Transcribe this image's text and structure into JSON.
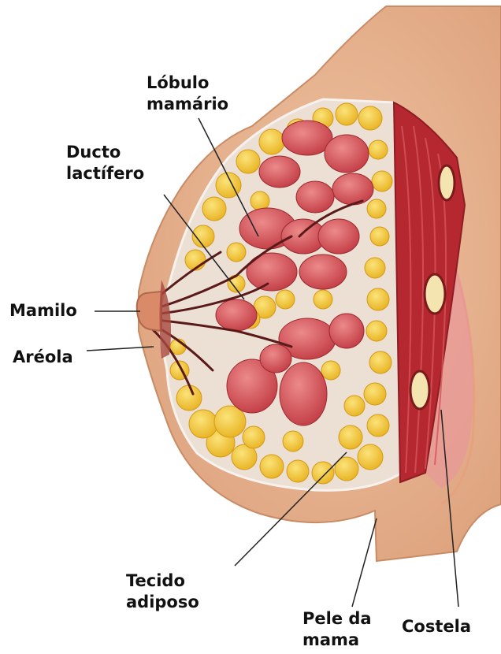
{
  "labels": {
    "lobulo": [
      "Lóbulo",
      "mamário"
    ],
    "ducto": [
      "Ducto",
      "lactífero"
    ],
    "mamilo": [
      "Mamilo"
    ],
    "areola": [
      "Aréola"
    ],
    "tecido": [
      "Tecido",
      "adiposo"
    ],
    "pele": [
      "Pele da",
      "mama"
    ],
    "costela": [
      "Costela"
    ]
  },
  "colors": {
    "skin": "#e8b38f",
    "skin_dark": "#d99a75",
    "fat": "#f2c530",
    "fat_light": "#f7dc5a",
    "lobule": "#cf4a4f",
    "lobule_light": "#e57a7c",
    "connective": "#e9dcd2",
    "muscle": "#b8282f",
    "duct": "#5a1a1a",
    "leader": "#222222"
  }
}
